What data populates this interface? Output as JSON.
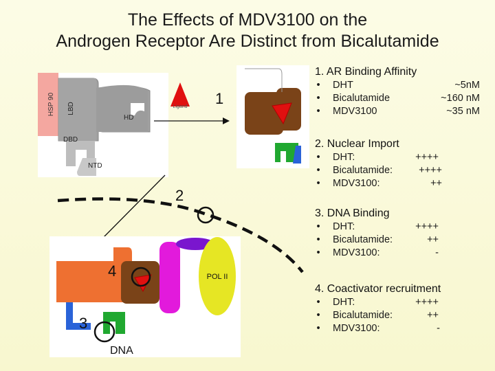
{
  "title": {
    "line1": "The Effects of MDV3100 on the",
    "line2": "Androgen Receptor Are Distinct from Bicalutamide"
  },
  "diagram": {
    "receptor_labels": {
      "hsp": "HSP 90",
      "lbd": "LBD",
      "hd": "HD",
      "dbd": "DBD",
      "ntd": "NTD",
      "ligand": "Ligand"
    },
    "step_numbers": [
      "1",
      "2",
      "3",
      "4"
    ],
    "pol_label": "POL II",
    "dna_label": "DNA",
    "colors": {
      "receptor_brown": "#7a4318",
      "lbd_orange": "#ee7031",
      "ligand_red": "#e01010",
      "dbd_green": "#20a830",
      "ntd_blue": "#2a63d8",
      "coactivator_magenta": "#e21adc",
      "coactivator_purple": "#7a16ce",
      "pol_yellow": "#e6e624"
    }
  },
  "sections": [
    {
      "heading": "1.  AR Binding Affinity",
      "items": [
        {
          "label": "DHT",
          "value": "~5nM"
        },
        {
          "label": "Bicalutamide",
          "value": "~160 nM"
        },
        {
          "label": "MDV3100",
          "value": "~35 nM"
        }
      ]
    },
    {
      "heading": "2.  Nuclear Import",
      "items": [
        {
          "label": "DHT:",
          "value": "++++"
        },
        {
          "label": "Bicalutamide:",
          "value": "++++"
        },
        {
          "label": "MDV3100:",
          "value": "++"
        }
      ]
    },
    {
      "heading": "3.  DNA Binding",
      "items": [
        {
          "label": "DHT:",
          "value": "++++"
        },
        {
          "label": "Bicalutamide:",
          "value": "++"
        },
        {
          "label": "MDV3100:",
          "value": "-"
        }
      ]
    },
    {
      "heading": "4.  Coactivator recruitment",
      "items": [
        {
          "label": "DHT:",
          "value": "++++"
        },
        {
          "label": "Bicalutamide:",
          "value": "++"
        },
        {
          "label": "MDV3100:",
          "value": "-"
        }
      ]
    }
  ]
}
